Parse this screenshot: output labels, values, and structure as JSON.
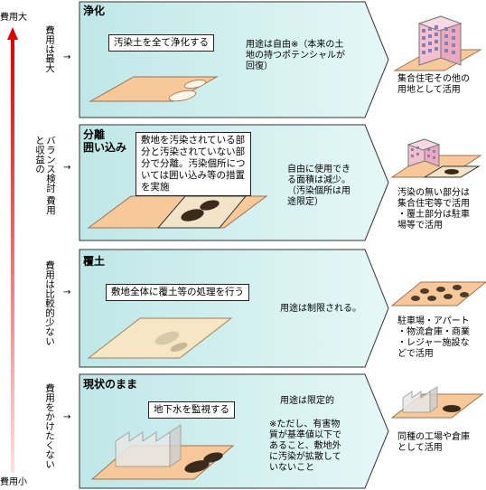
{
  "axis": {
    "top": "費用大",
    "bottom": "費用小"
  },
  "rows": [
    {
      "cost": "費用は最大",
      "title": "浄化",
      "box": "汚染土を全て浄化する",
      "desc": [
        "用途は自由※（本来の土",
        "地の持つポテンシャルが",
        "回復）"
      ],
      "use": [
        "集合住宅その他の",
        "用地として活用"
      ]
    },
    {
      "cost": "バランス検討\n費用と収益の",
      "title": [
        "分離",
        "囲い込み"
      ],
      "box": [
        "敷地を汚染されている部",
        "分と汚染されていない部",
        "分で分離。汚染個所につ",
        "いては囲い込み等の措置",
        "を実施"
      ],
      "desc": [
        "自由に使用でき",
        "る面積は減少。",
        "（汚染個所は用",
        "途限定）"
      ],
      "use": [
        "汚染の無い部分は",
        "集合住宅等で活用",
        "・覆土部分は駐車",
        "場等で活用"
      ]
    },
    {
      "cost": "費用は比較的少ない",
      "title": "覆土",
      "box": "敷地全体に覆土等の処理を行う",
      "desc": [
        "用途は制限される。"
      ],
      "use": [
        "駐車場・アパート",
        "・物流倉庫・商業",
        "・レジャー施設な",
        "どで活用"
      ]
    },
    {
      "cost": "費用をかけたくない",
      "title": "現状のまま",
      "box": "地下水を監視する",
      "desc": [
        "用途は限定的"
      ],
      "note": [
        "※ただし、有害物",
        "質が基準値以下で",
        "あること、敷地外",
        "に汚染が拡散して",
        "いないこと"
      ],
      "use": [
        "同種の工場や倉庫",
        "として活用"
      ]
    }
  ],
  "arrow_glyph": "→"
}
